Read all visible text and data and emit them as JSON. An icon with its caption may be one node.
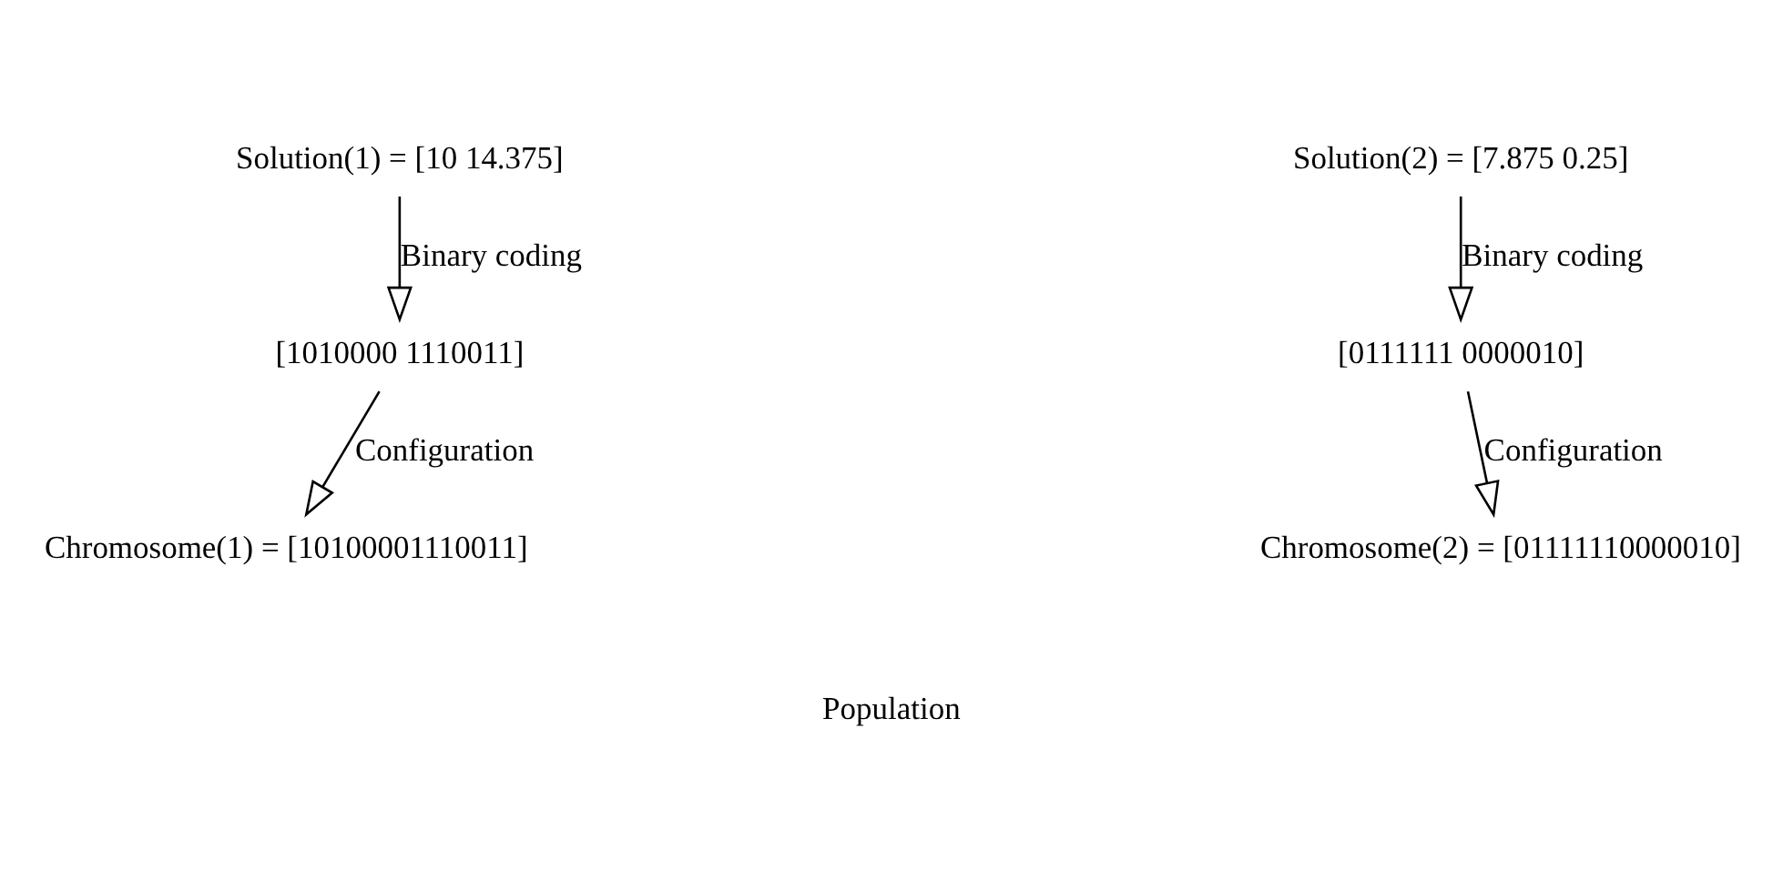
{
  "diagram": {
    "nodes": [
      {
        "text": [
          "Solution(1) = [10 14.375]"
        ]
      },
      {
        "text": [
          "Solution(2) = [7.875 0.25]"
        ]
      },
      {
        "text": [
          "[1010000 1110011]"
        ]
      },
      {
        "text": [
          "[0111111 0000010]"
        ]
      },
      {
        "text": [
          "Chromosome(1) = [10100001110011]"
        ]
      },
      {
        "text": [
          "Chromosome(2) = [01111110000010]"
        ]
      }
    ],
    "edges": [
      {
        "from": 0,
        "to": 2,
        "arrow": "to",
        "label": "Binary coding"
      },
      {
        "from": 1,
        "to": 3,
        "arrow": "to",
        "label": "Binary coding"
      },
      {
        "from": 2,
        "to": 4,
        "arrow": "to",
        "label": "Configuration"
      },
      {
        "from": 3,
        "to": 5,
        "arrow": "to",
        "label": "Configuration"
      }
    ],
    "labels": [
      "Population"
    ]
  }
}
